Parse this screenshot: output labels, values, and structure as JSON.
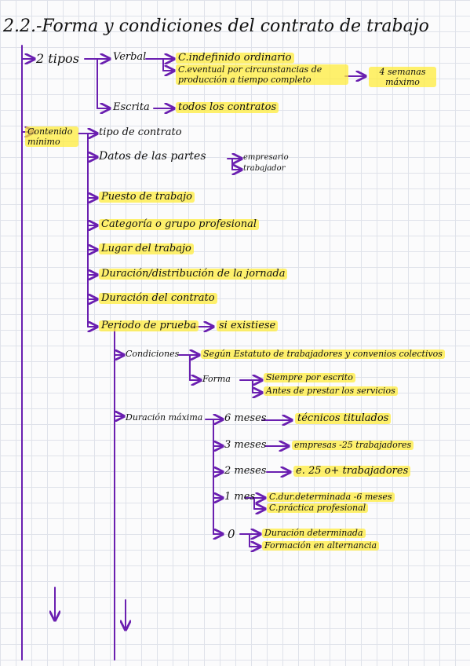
{
  "title": "2.2.-Forma y condiciones del contrato de trabajo",
  "tipos": {
    "label": "2 tipos",
    "verbal": {
      "label": "Verbal",
      "items": [
        "C.indefinido ordinario",
        "C.eventual por circunstancias de producción a tiempo completo"
      ],
      "max": "4 semanas máximo"
    },
    "escrita": {
      "label": "Escrita",
      "value": "todos los contratos"
    }
  },
  "contenido": {
    "label": "Contenido mínimo",
    "items": {
      "tipo": "tipo de contrato",
      "datos": "Datos de las partes",
      "datos_sub": [
        "empresario",
        "trabajador"
      ],
      "puesto": "Puesto de trabajo",
      "categoria": "Categoría o grupo profesional",
      "lugar": "Lugar del trabajo",
      "duracion_jornada": "Duración/distribución de la jornada",
      "duracion_contrato": "Duración del contrato",
      "periodo": "Periodo de prueba",
      "periodo_sub": "si existiese"
    }
  },
  "condiciones": {
    "label": "Condiciones",
    "segun": "Según Estatuto de trabajadores y convenios colectivos",
    "forma": "Forma",
    "forma_items": [
      "Siempre por escrito",
      "Antes de prestar los servicios"
    ]
  },
  "duracion_maxima": {
    "label": "Duración máxima",
    "rows": [
      {
        "k": "6 meses",
        "v": [
          "técnicos titulados"
        ]
      },
      {
        "k": "3 meses",
        "v": [
          "empresas -25 trabajadores"
        ]
      },
      {
        "k": "2 meses",
        "v": [
          "e. 25 o+ trabajadores"
        ]
      },
      {
        "k": "1 mes",
        "v": [
          "C.dur.determinada -6 meses",
          "C.práctica profesional"
        ]
      },
      {
        "k": "0",
        "v": [
          "Duración determinada",
          "Formación en alternancia"
        ]
      }
    ]
  },
  "colors": {
    "ink": "#6a1fb0",
    "highlight": "#ffec3c",
    "grid": "#dfe2ea"
  }
}
